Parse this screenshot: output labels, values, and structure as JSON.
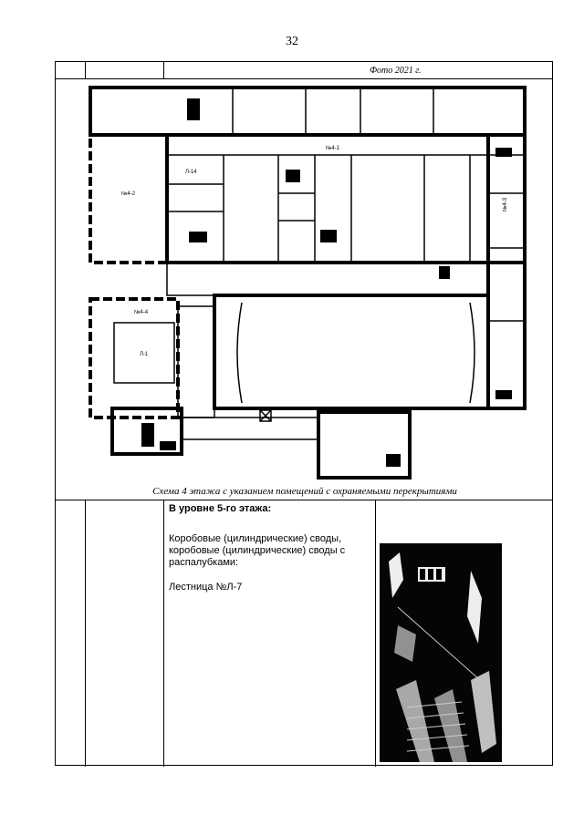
{
  "page_number": "32",
  "top_row": {
    "photo_caption": "Фото 2021 г."
  },
  "floor_plan": {
    "caption": "Схема 4 этажа с указанием помещений с охраняемыми перекрытиями",
    "room_labels": [
      "№4-1",
      "№4-2",
      "№4-3",
      "№4-4",
      "Л-1",
      "Л-14"
    ]
  },
  "bottom_row": {
    "heading": "В уровне 5-го этажа:",
    "vault_types": "Коробовые (цилиндрические) своды, коробовые (цилиндрические) своды с распалубками:",
    "staircase": "Лестница №Л-7"
  }
}
